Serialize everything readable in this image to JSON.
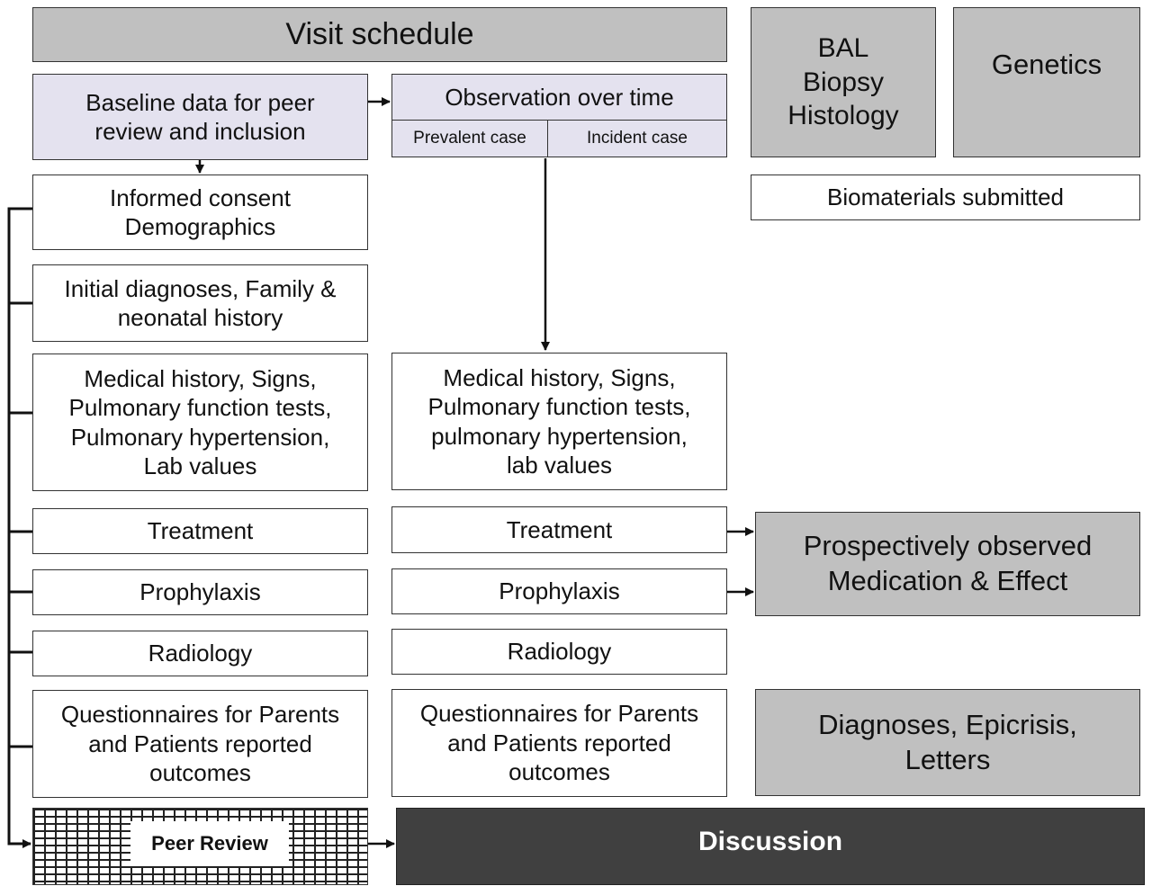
{
  "boxes": {
    "visit_schedule": "Visit schedule",
    "bal": "BAL\nBiopsy\nHistology",
    "genetics": "Genetics",
    "baseline": "Baseline data for peer\nreview and inclusion",
    "observation": "Observation over time",
    "prevalent": "Prevalent case",
    "incident": "Incident case",
    "biomaterials": "Biomaterials submitted",
    "informed": "Informed  consent\n Demographics",
    "initial": "Initial  diagnoses, Family &\nneonatal history",
    "med_left": "Medical history,  Signs,\nPulmonary  function tests,\nPulmonary  hypertension,\nLab values",
    "med_right": "Medical history,  Signs,\nPulmonary  function tests,\npulmonary  hypertension,\nlab values",
    "treatment_left": "Treatment",
    "treatment_right": "Treatment",
    "prophylaxis_left": "Prophylaxis",
    "prophylaxis_right": "Prophylaxis",
    "radiology_left": "Radiology",
    "radiology_right": "Radiology",
    "quest_left": "Questionnaires  for Parents\nand Patients reported\noutcomes",
    "quest_right": "Questionnaires  for Parents\nand Patients reported\noutcomes",
    "prospective": "Prospectively observed\nMedication & Effect",
    "diagnoses": "Diagnoses,  Epicrisis,\nLetters",
    "peer_review": "Peer Review",
    "discussion": "Discussion"
  },
  "colors": {
    "gray": "#c0c0c0",
    "lavender": "#e4e2ef",
    "dark": "#404040",
    "line": "#111111"
  }
}
